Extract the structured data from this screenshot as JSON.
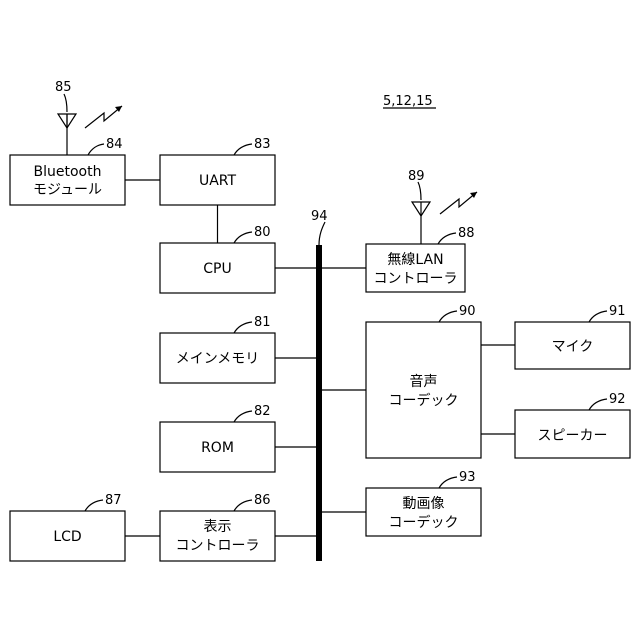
{
  "figure_label": "5,12,15",
  "blocks": {
    "bluetooth": {
      "ref": "84",
      "line1": "Bluetooth",
      "line2": "モジュール"
    },
    "uart": {
      "ref": "83",
      "line1": "UART"
    },
    "cpu": {
      "ref": "80",
      "line1": "CPU"
    },
    "main_memory": {
      "ref": "81",
      "line1": "メインメモリ"
    },
    "rom": {
      "ref": "82",
      "line1": "ROM"
    },
    "lcd": {
      "ref": "87",
      "line1": "LCD"
    },
    "display_controller": {
      "ref": "86",
      "line1": "表示",
      "line2": "コントローラ"
    },
    "wlan_controller": {
      "ref": "88",
      "line1": "無線LAN",
      "line2": "コントローラ"
    },
    "audio_codec": {
      "ref": "90",
      "line1": "音声",
      "line2": "コーデック"
    },
    "microphone": {
      "ref": "91",
      "line1": "マイク"
    },
    "speaker": {
      "ref": "92",
      "line1": "スピーカー"
    },
    "video_codec": {
      "ref": "93",
      "line1": "動画像",
      "line2": "コーデック"
    }
  },
  "antennas": {
    "bluetooth_antenna": {
      "ref": "85"
    },
    "wlan_antenna": {
      "ref": "89"
    }
  },
  "bus": {
    "ref": "94"
  }
}
